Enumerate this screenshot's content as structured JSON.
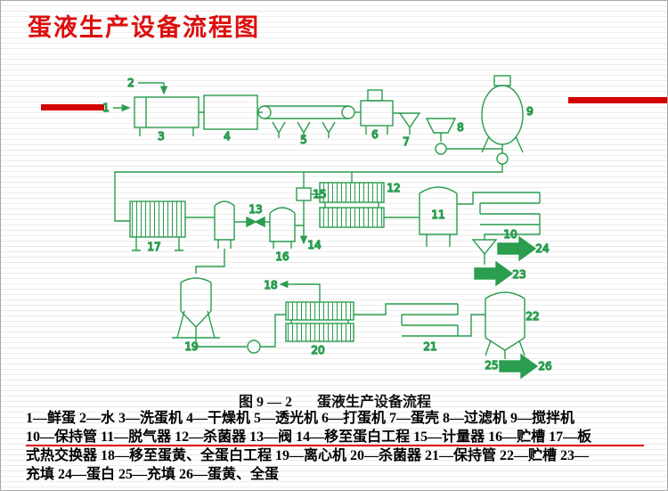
{
  "window": {
    "title": "蛋液生产设备流程图"
  },
  "figure": {
    "caption_label": "图 9 — 2",
    "caption_text": "蛋液生产设备流程",
    "legend_lines": [
      "1—鲜蛋 2—水 3—洗蛋机 4—干燥机 5—透光机 6—打蛋机 7—蛋壳 8—过滤机 9—搅拌机",
      "10—保持管 11—脱气器 12—杀菌器 13—阀 14—移至蛋白工程 15—计量器 16—贮槽 17—板",
      "式热交换器 18—移至蛋黄、全蛋白工程 19—离心机 20—杀菌器 21—保持管 22—贮槽 23—",
      "充填 24—蛋白 25—充填 26—蛋黄、全蛋"
    ]
  },
  "diagram": {
    "stroke_color": "#2a9d4e",
    "labels": {
      "n1": "1",
      "n2": "2",
      "n3": "3",
      "n4": "4",
      "n5": "5",
      "n6": "6",
      "n7": "7",
      "n8": "8",
      "n9": "9",
      "n10": "10",
      "n11": "11",
      "n12": "12",
      "n13": "13",
      "n14": "14",
      "n15": "15",
      "n16": "16",
      "n17": "17",
      "n18": "18",
      "n19": "19",
      "n20": "20",
      "n21": "21",
      "n22": "22",
      "n23": "23",
      "n24": "24",
      "n25": "25",
      "n26": "26"
    }
  },
  "accents": {
    "title_red": "#dd0e0e",
    "bar_red": "#d40000",
    "underline_red": "#e00000"
  }
}
